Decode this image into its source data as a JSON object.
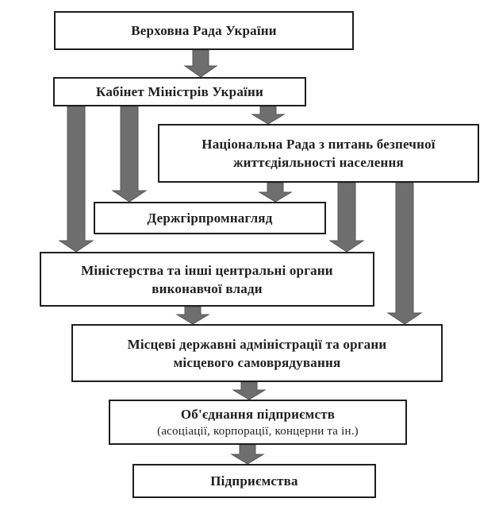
{
  "colors": {
    "arrow": "#6e6e6e",
    "border": "#1e1e1e",
    "text": "#1e1e1e"
  },
  "boxes": {
    "verkhovna_rada": "Верховна Рада України",
    "kabinet": "Кабінет Міністрів України",
    "natsionalna_rada": [
      "Національна Рада з питань безпечної",
      "життєдіяльності населення"
    ],
    "derzhgirpromnaglyad": "Держгірпромнагляд",
    "ministerstva": [
      "Міністерства та інші центральні органи",
      "виконавчої влади"
    ],
    "mistsevi": [
      "Місцеві державні адміністрації та органи",
      "місцевого самоврядування"
    ],
    "obiednannia": "Об'єднання підприємств",
    "obiednannia_sub": "(асоціації, корпорації, концерни та ін.)",
    "pidpryiemstva": "Підприємства"
  }
}
